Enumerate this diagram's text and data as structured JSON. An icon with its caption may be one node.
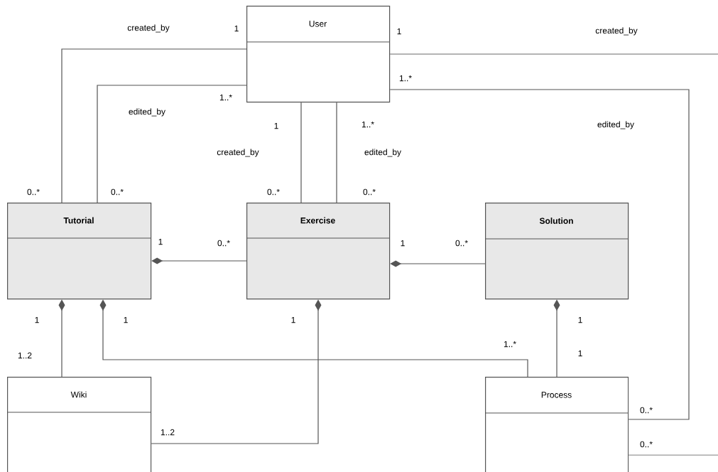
{
  "diagram": {
    "nodes": [
      {
        "text": [
          "User"
        ]
      },
      {
        "text": [
          "Tutorial"
        ]
      },
      {
        "text": [
          "Exercise"
        ]
      },
      {
        "text": [
          "Solution"
        ]
      },
      {
        "text": [
          "Wiki"
        ]
      },
      {
        "text": [
          "Process"
        ]
      }
    ],
    "edges": [
      {
        "from": 0,
        "to": 1,
        "arrow": "none",
        "label": "created_by"
      },
      {
        "from": 0,
        "to": 1,
        "arrow": "none",
        "label": "edited_by"
      },
      {
        "from": 0,
        "to": 2,
        "arrow": "none",
        "label": "created_by"
      },
      {
        "from": 0,
        "to": 2,
        "arrow": "none",
        "label": "edited_by"
      },
      {
        "from": 0,
        "to": null,
        "arrow": "none",
        "label": "created_by"
      },
      {
        "from": 0,
        "to": 5,
        "arrow": "none",
        "label": "edited_by"
      },
      {
        "from": 1,
        "to": 2,
        "arrow": "other"
      },
      {
        "from": 2,
        "to": 3,
        "arrow": "other"
      },
      {
        "from": 1,
        "to": 4,
        "arrow": "other"
      },
      {
        "from": 1,
        "to": 5,
        "arrow": "other"
      },
      {
        "from": 2,
        "to": 4,
        "arrow": "other"
      },
      {
        "from": 3,
        "to": 5,
        "arrow": "other"
      },
      {
        "from": 5,
        "to": null,
        "arrow": "none"
      }
    ],
    "labels": [
      "1",
      "1",
      "1..*",
      "1..*",
      "1",
      "1..*",
      "0..*",
      "0..*",
      "0..*",
      "0..*",
      "1",
      "0..*",
      "1",
      "0..*",
      "1",
      "1",
      "1",
      "1",
      "1..2",
      "1..*",
      "1",
      "0..*",
      "1..2",
      "0..*"
    ]
  }
}
